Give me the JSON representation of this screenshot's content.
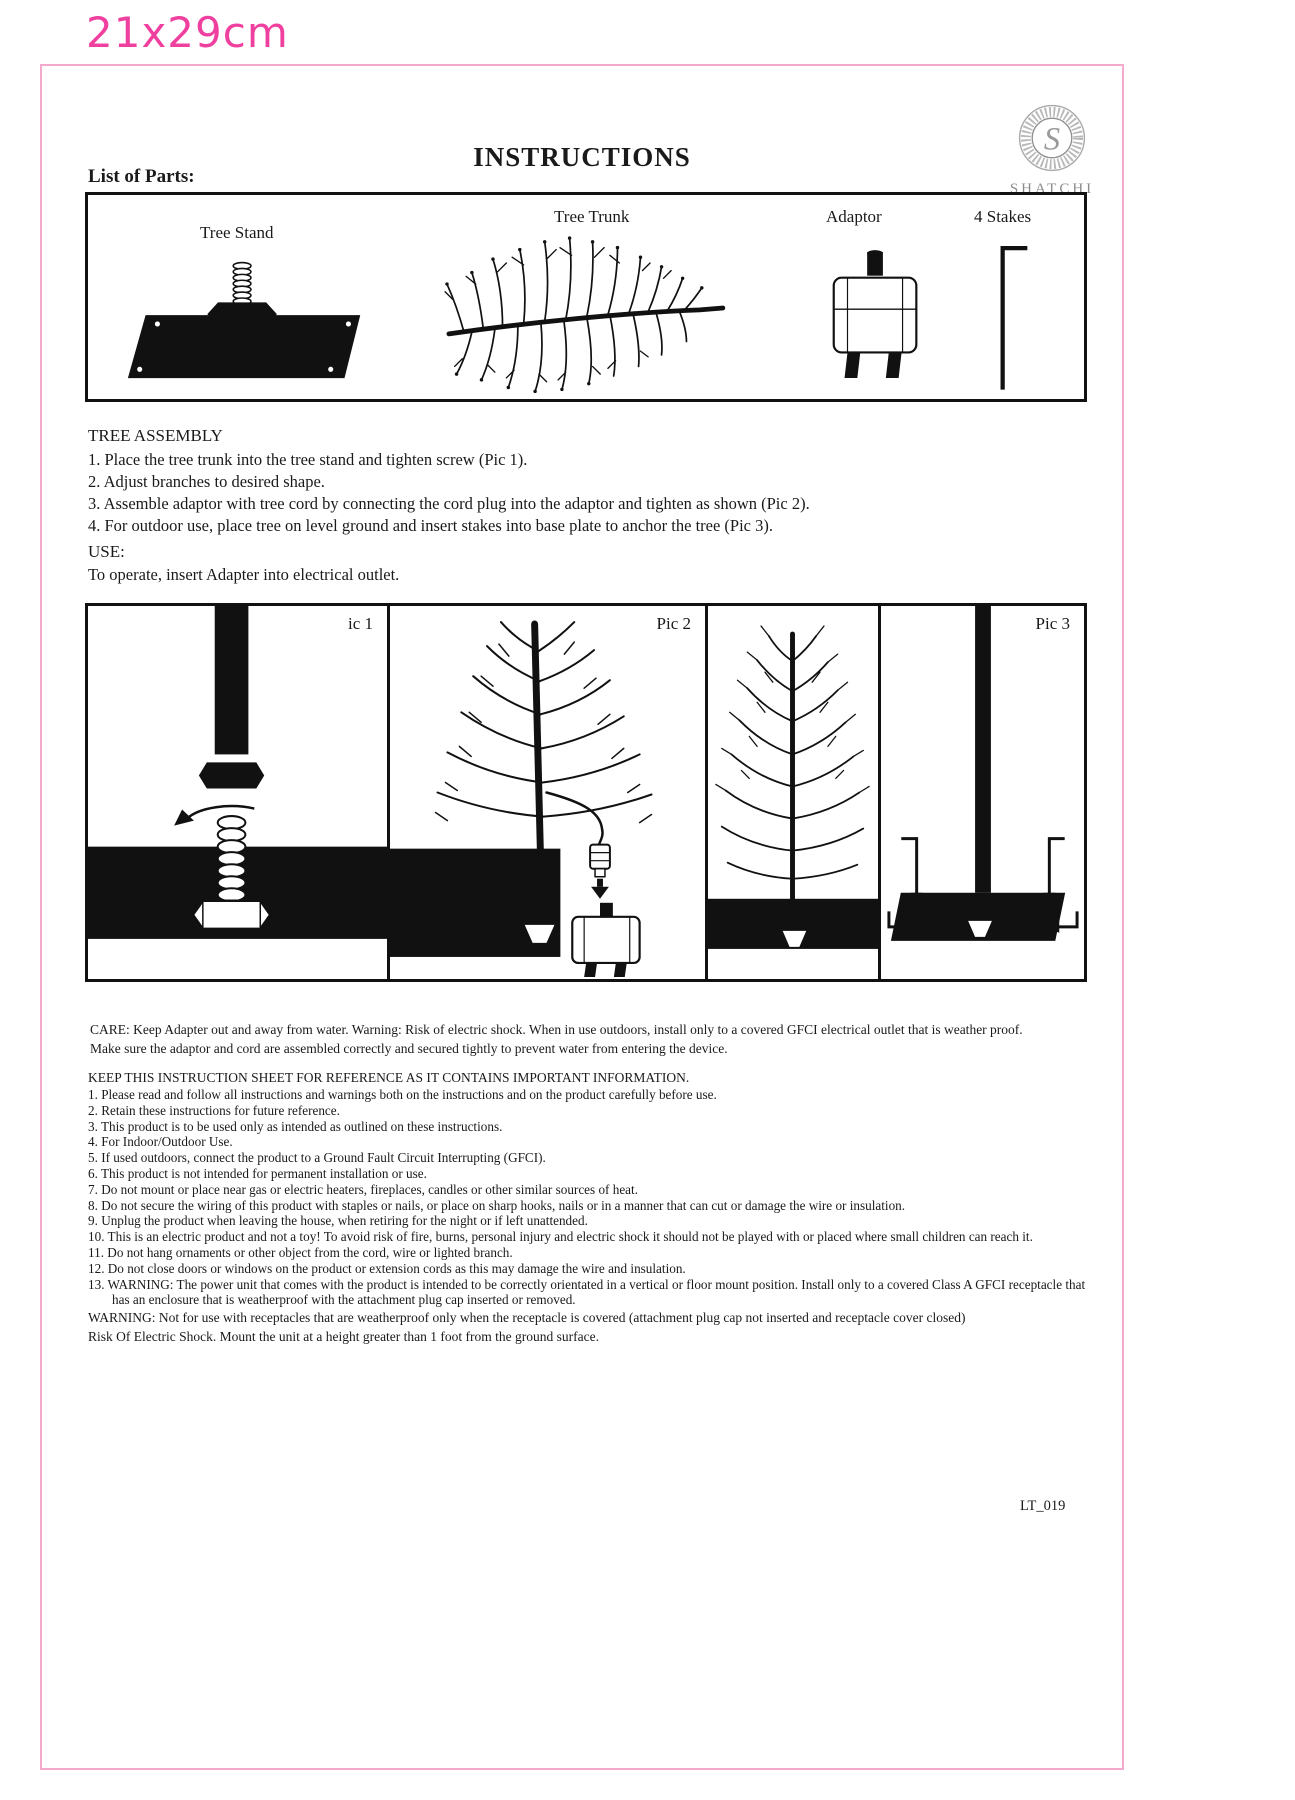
{
  "meta": {
    "size_label": "21x29cm",
    "footer_code": "LT_019"
  },
  "colors": {
    "accent_pink": "#f0409f",
    "border_pink": "#f3aacd",
    "ink": "#111111"
  },
  "header": {
    "parts_heading": "List of Parts:",
    "title": "INSTRUCTIONS",
    "brand": "SHATCHI",
    "brand_initial": "S"
  },
  "parts": {
    "tree_stand": "Tree Stand",
    "tree_trunk": "Tree Trunk",
    "adaptor": "Adaptor",
    "stakes": "4 Stakes"
  },
  "assembly": {
    "heading": "TREE ASSEMBLY",
    "steps": [
      "1. Place the tree trunk into the tree stand and tighten screw (Pic 1).",
      "2. Adjust branches to desired shape.",
      "3. Assemble adaptor with tree cord by connecting the cord plug into the adaptor and tighten as shown (Pic 2).",
      "4. For outdoor use, place tree on level ground and insert stakes into base plate to anchor the tree (Pic 3)."
    ]
  },
  "use": {
    "heading": "USE:",
    "text": "To operate, insert Adapter into electrical outlet."
  },
  "pictures": {
    "pic1_label": "ic 1",
    "pic2_label": "Pic 2",
    "pic3_label": "Pic 3"
  },
  "care": {
    "lines": [
      "CARE: Keep Adapter out and away from water. Warning: Risk of electric shock. When in use outdoors, install only to a covered GFCI electrical outlet that is weather proof.",
      "Make sure the adaptor and cord are assembled correctly and secured tightly to prevent water from entering the device."
    ]
  },
  "keep": {
    "heading": "KEEP THIS INSTRUCTION SHEET FOR REFERENCE AS IT CONTAINS IMPORTANT INFORMATION.",
    "items": [
      "1. Please read and follow all instructions and warnings both on the instructions and on the product carefully before use.",
      "2. Retain these instructions for future reference.",
      "3. This product is to be used only as intended as outlined on these instructions.",
      "4. For Indoor/Outdoor Use.",
      "5. If used outdoors, connect the product to a Ground Fault Circuit Interrupting (GFCI).",
      "6. This product is not intended for permanent installation or use.",
      "7. Do not mount or place near gas or electric heaters, fireplaces, candles or other similar sources of heat.",
      "8. Do not secure the wiring of this product with staples or nails, or place on sharp hooks, nails or in a manner that can cut or damage the wire or insulation.",
      "9. Unplug the product when leaving the house, when retiring for the night or if left unattended.",
      "10. This is an electric product and not a toy! To avoid risk of fire, burns, personal injury and electric shock it should not be played with or placed where small children can reach it.",
      "11. Do not hang ornaments or other object from the cord, wire or lighted branch.",
      "12. Do not close doors or windows on the product or extension cords as this may damage the wire and insulation.",
      "13. WARNING: The power unit that comes with the product is intended to be correctly orientated in a vertical or floor mount position. Install only to a covered Class A GFCI receptacle that has an enclosure that is weatherproof with the attachment plug cap inserted or removed."
    ]
  },
  "warning": {
    "lines": [
      "WARNING: Not for use with receptacles that are weatherproof only when the receptacle is covered (attachment plug cap not inserted and receptacle cover closed)",
      "Risk Of Electric Shock. Mount the unit at a height greater than 1 foot from the ground surface."
    ]
  }
}
